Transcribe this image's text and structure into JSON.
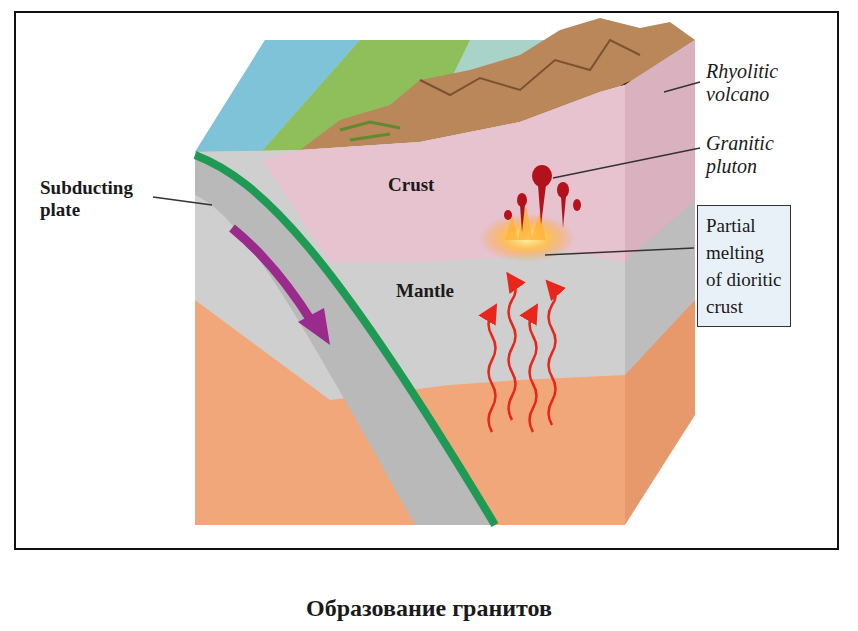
{
  "diagram": {
    "caption": "Образование гранитов",
    "nodes": [
      {
        "text": [
          "Partial melting of dioritic crust"
        ]
      }
    ],
    "edges": [],
    "labels": [
      "Subducting plate",
      "Crust",
      "Mantle",
      "Rhyolitic volcano",
      "Granitic pluton"
    ]
  }
}
